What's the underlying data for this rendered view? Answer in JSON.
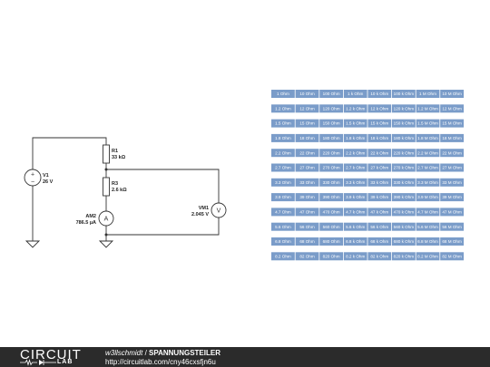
{
  "circuit": {
    "v1": {
      "name": "V1",
      "value": "26 V"
    },
    "r1": {
      "name": "R1",
      "value": "33 kΩ"
    },
    "r3": {
      "name": "R3",
      "value": "2.6 kΩ"
    },
    "am2": {
      "name": "AM2",
      "value": "786.5 µA"
    },
    "vm1": {
      "name": "VM1",
      "value": "2.045 V"
    }
  },
  "table": {
    "cell_color": "#7a9cc9",
    "rows": [
      [
        "1 Ohm",
        "10 Ohm",
        "100 Ohm",
        "1 k Ohm",
        "10 k Ohm",
        "100 k Ohm",
        "1 M Ohm",
        "10 M Ohm"
      ],
      [
        "1.2 Ohm",
        "12 Ohm",
        "120 Ohm",
        "1.2 k Ohm",
        "12 k Ohm",
        "120 k Ohm",
        "1.2 M Ohm",
        "12 M Ohm"
      ],
      [
        "1.5 Ohm",
        "15 Ohm",
        "150 Ohm",
        "1.5 k Ohm",
        "15 k Ohm",
        "150 k Ohm",
        "1.5 M Ohm",
        "15 M Ohm"
      ],
      [
        "1.8 Ohm",
        "18 Ohm",
        "180 Ohm",
        "1.8 k Ohm",
        "18 k Ohm",
        "180 k Ohm",
        "1.8 M Ohm",
        "18 M Ohm"
      ],
      [
        "2.2 Ohm",
        "22 Ohm",
        "220 Ohm",
        "2.2 k Ohm",
        "22 k Ohm",
        "220 k Ohm",
        "2.2 M Ohm",
        "22 M Ohm"
      ],
      [
        "2.7 Ohm",
        "27 Ohm",
        "270 Ohm",
        "2.7 k Ohm",
        "27 k Ohm",
        "270 k Ohm",
        "2.7 M Ohm",
        "27 M Ohm"
      ],
      [
        "3.3 Ohm",
        "33 Ohm",
        "330 Ohm",
        "3.3 k Ohm",
        "33 k Ohm",
        "330 k Ohm",
        "3.3 M Ohm",
        "33 M Ohm"
      ],
      [
        "3.9 Ohm",
        "39 Ohm",
        "390 Ohm",
        "3.9 k Ohm",
        "39 k Ohm",
        "390 k Ohm",
        "3.9 M Ohm",
        "39 M Ohm"
      ],
      [
        "4.7 Ohm",
        "47 Ohm",
        "470 Ohm",
        "4.7 k Ohm",
        "47 k Ohm",
        "470 k Ohm",
        "4.7 M Ohm",
        "47 M Ohm"
      ],
      [
        "5.6 Ohm",
        "56 Ohm",
        "560 Ohm",
        "5.6 k Ohm",
        "56 k Ohm",
        "560 k Ohm",
        "5.6 M Ohm",
        "56 M Ohm"
      ],
      [
        "6.8 Ohm",
        "68 Ohm",
        "680 Ohm",
        "6.8 k Ohm",
        "68 k Ohm",
        "680 k Ohm",
        "6.8 M Ohm",
        "68 M Ohm"
      ],
      [
        "8.2 Ohm",
        "82 Ohm",
        "820 Ohm",
        "8.2 k Ohm",
        "82 k Ohm",
        "820 k Ohm",
        "8.2 M Ohm",
        "82 M Ohm"
      ]
    ]
  },
  "footer": {
    "logo_circuit": "CIRCUIT",
    "logo_lab": "LAB",
    "author": "w3llschmidt",
    "separator": " / ",
    "title": "SPANNUNGSTEILER",
    "url": "http://circuitlab.com/cny46cxsfjn6u"
  }
}
